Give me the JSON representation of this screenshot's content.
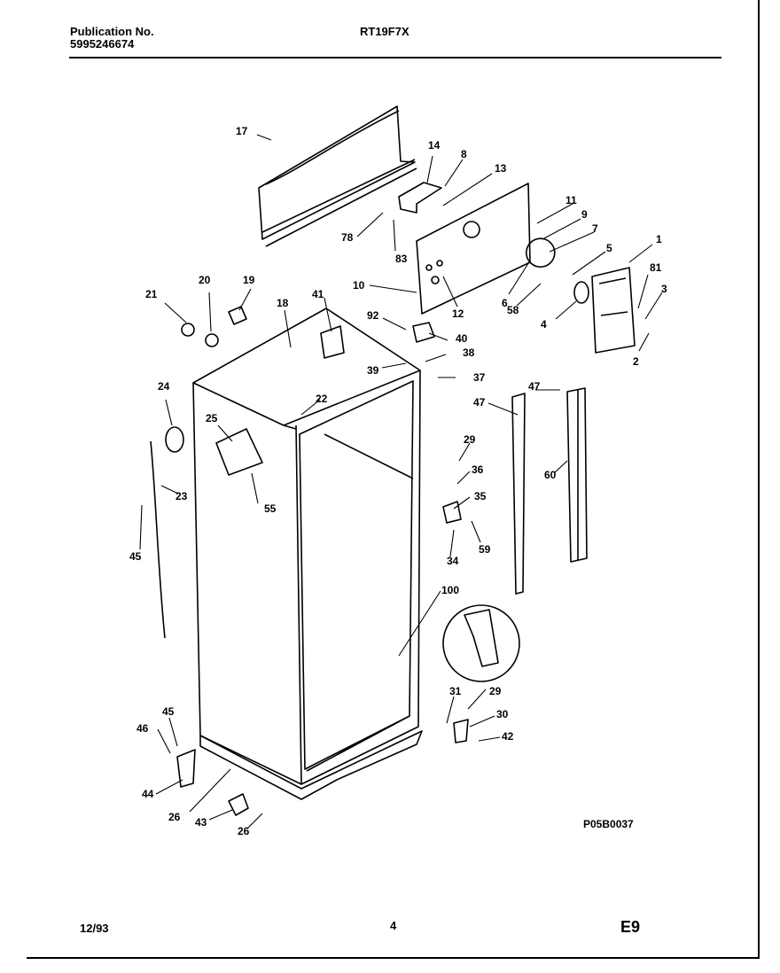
{
  "header": {
    "publication_label": "Publication No.",
    "publication_number": "5995246674",
    "model": "RT19F7X"
  },
  "footer": {
    "date": "12/93",
    "page": "4",
    "code": "E9"
  },
  "diagram": {
    "figure_id": "P05B0037",
    "part_labels": [
      "17",
      "14",
      "8",
      "13",
      "78",
      "83",
      "11",
      "9",
      "7",
      "1",
      "5",
      "81",
      "3",
      "2",
      "4",
      "58",
      "6",
      "12",
      "10",
      "21",
      "20",
      "19",
      "18",
      "41",
      "92",
      "40",
      "38",
      "39",
      "37",
      "22",
      "24",
      "25",
      "23",
      "55",
      "45",
      "47",
      "47",
      "29",
      "36",
      "35",
      "60",
      "34",
      "59",
      "100",
      "31",
      "29",
      "30",
      "42",
      "45",
      "46",
      "44",
      "26",
      "43",
      "26"
    ]
  }
}
